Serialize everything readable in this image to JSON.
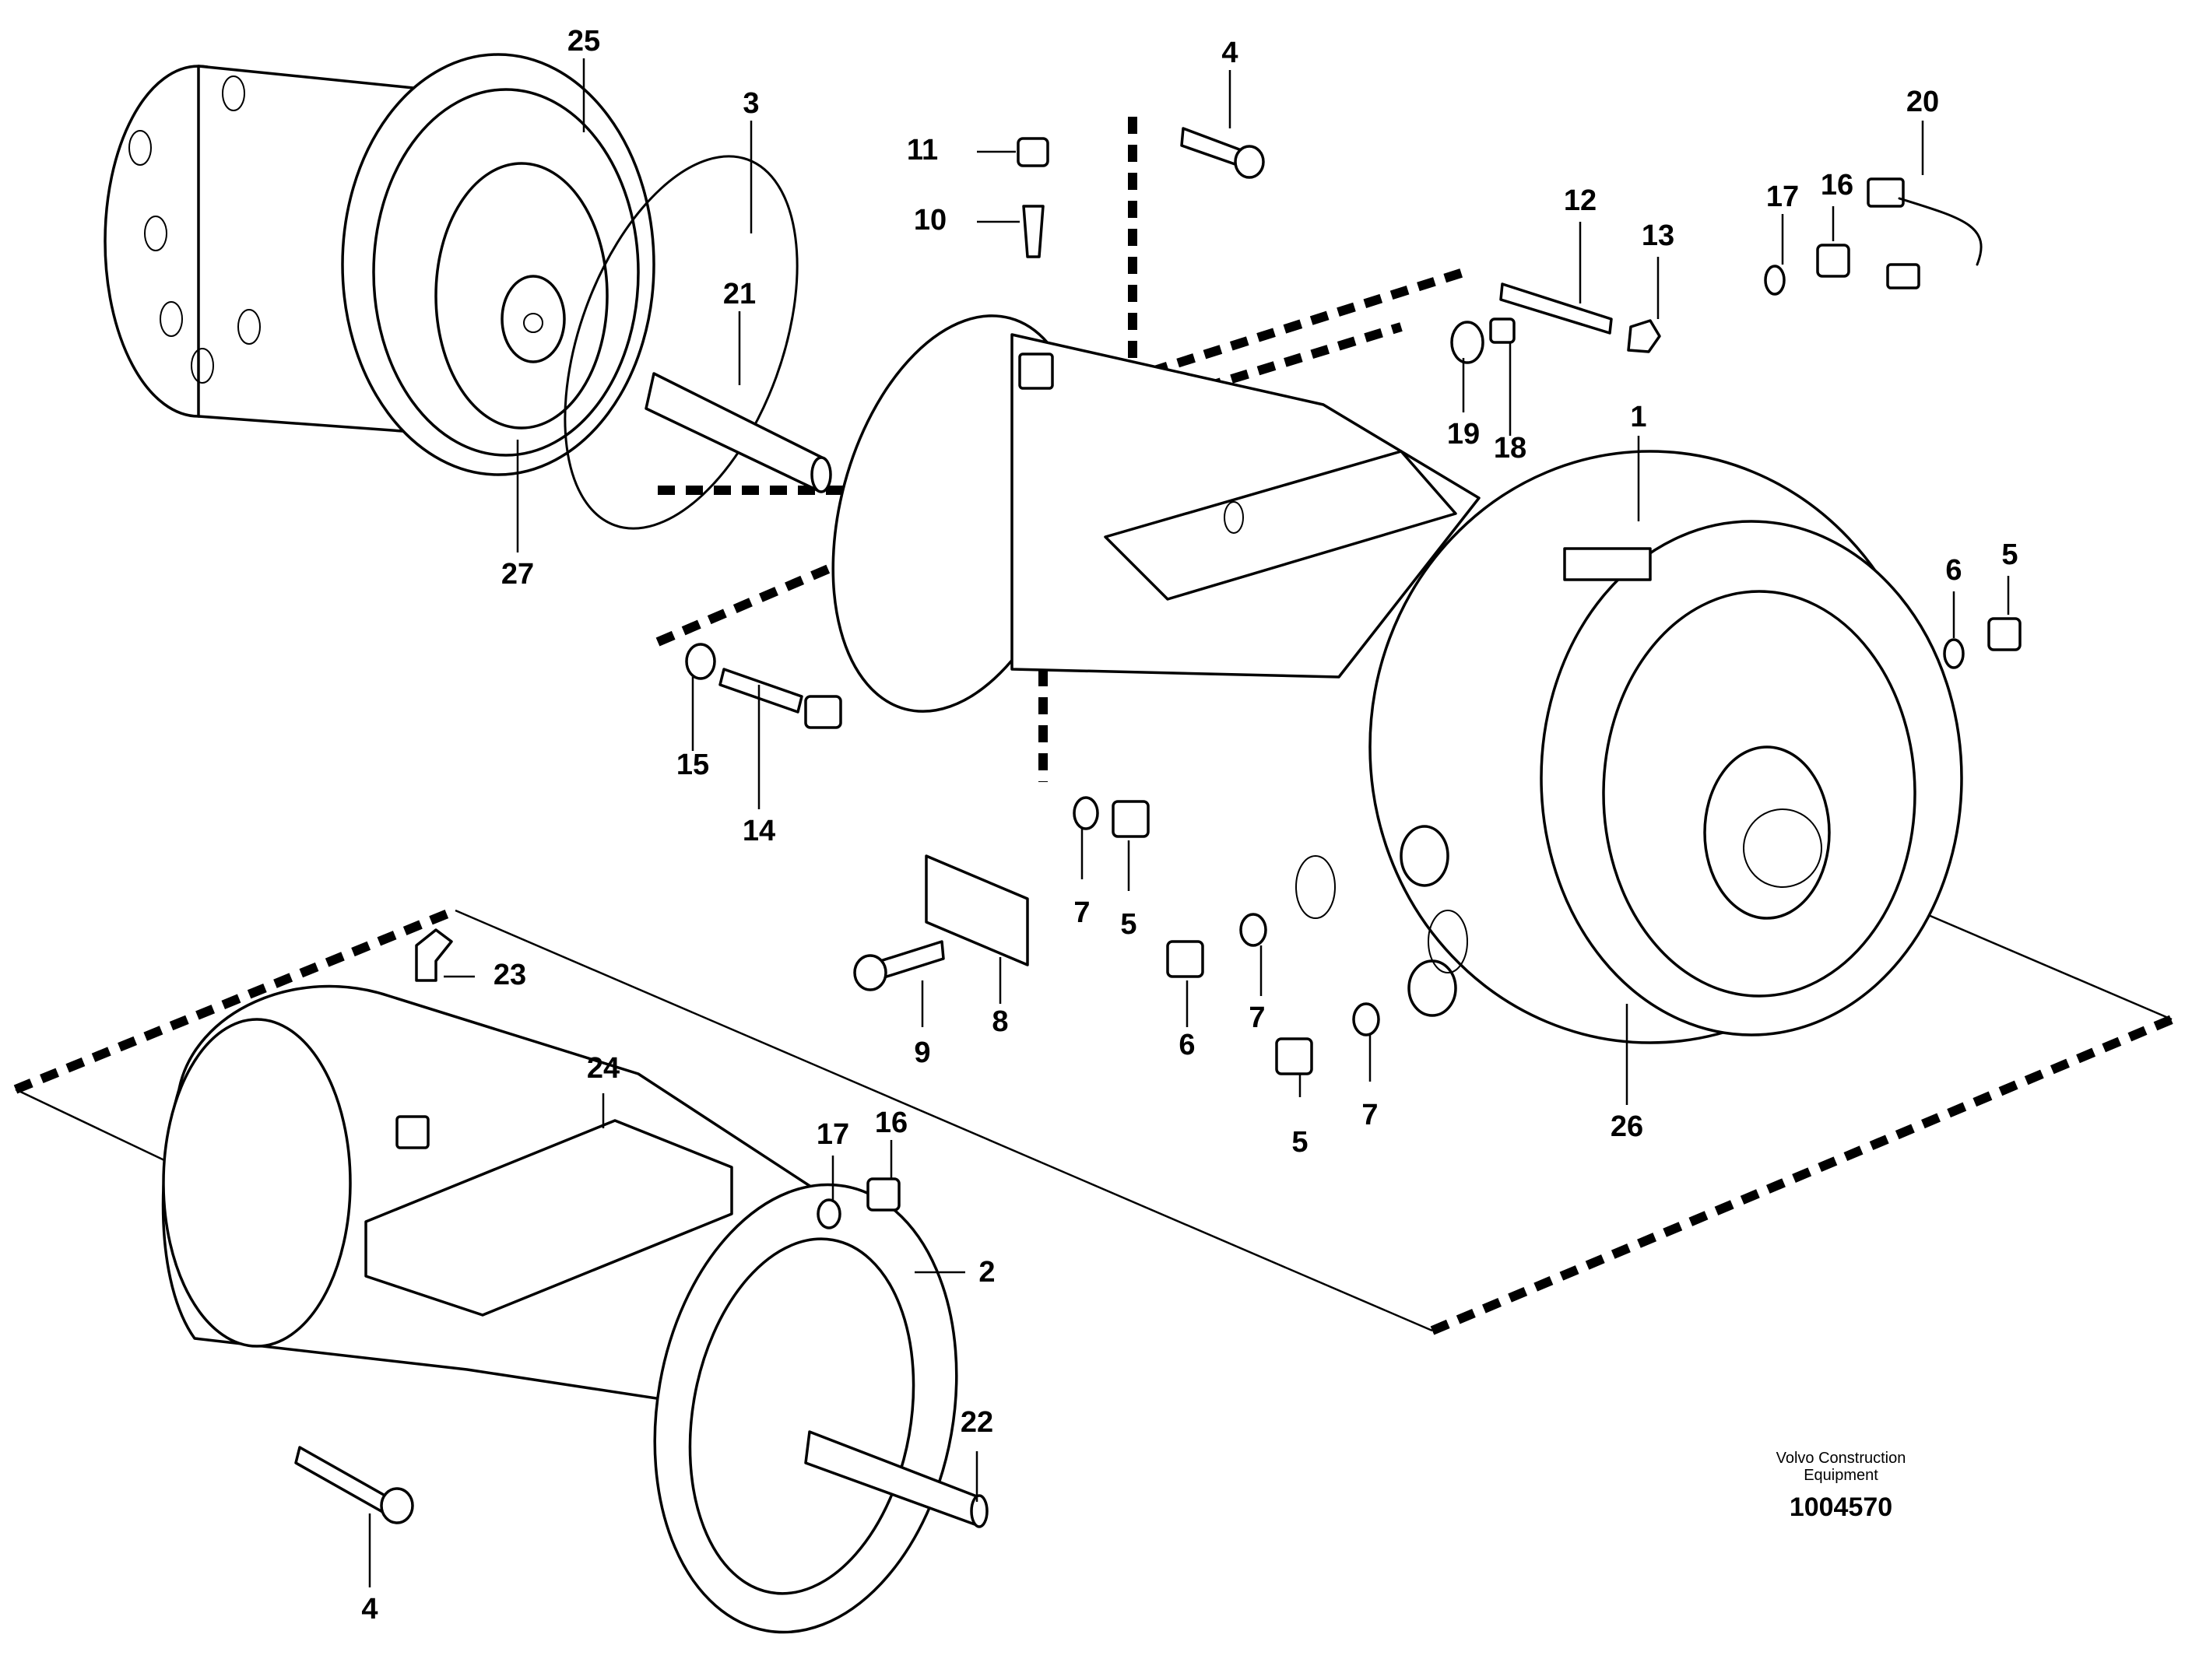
{
  "labels": [
    {
      "id": "25",
      "text": "25"
    },
    {
      "id": "3",
      "text": "3"
    },
    {
      "id": "21",
      "text": "21"
    },
    {
      "id": "27",
      "text": "27"
    },
    {
      "id": "11",
      "text": "11"
    },
    {
      "id": "10",
      "text": "10"
    },
    {
      "id": "4a",
      "text": "4"
    },
    {
      "id": "12",
      "text": "12"
    },
    {
      "id": "13",
      "text": "13"
    },
    {
      "id": "17a",
      "text": "17"
    },
    {
      "id": "16a",
      "text": "16"
    },
    {
      "id": "20",
      "text": "20"
    },
    {
      "id": "19",
      "text": "19"
    },
    {
      "id": "18",
      "text": "18"
    },
    {
      "id": "1",
      "text": "1"
    },
    {
      "id": "6a",
      "text": "6"
    },
    {
      "id": "5a",
      "text": "5"
    },
    {
      "id": "15",
      "text": "15"
    },
    {
      "id": "14",
      "text": "14"
    },
    {
      "id": "7a",
      "text": "7"
    },
    {
      "id": "5b",
      "text": "5"
    },
    {
      "id": "8",
      "text": "8"
    },
    {
      "id": "9",
      "text": "9"
    },
    {
      "id": "6b",
      "text": "6"
    },
    {
      "id": "7b",
      "text": "7"
    },
    {
      "id": "7c",
      "text": "7"
    },
    {
      "id": "5c",
      "text": "5"
    },
    {
      "id": "26",
      "text": "26"
    },
    {
      "id": "23",
      "text": "23"
    },
    {
      "id": "24",
      "text": "24"
    },
    {
      "id": "17b",
      "text": "17"
    },
    {
      "id": "16b",
      "text": "16"
    },
    {
      "id": "2",
      "text": "2"
    },
    {
      "id": "22",
      "text": "22"
    },
    {
      "id": "4b",
      "text": "4"
    }
  ],
  "footer": {
    "company_line1": "Volvo Construction",
    "company_line2": "Equipment",
    "drawing_number": "1004570"
  }
}
